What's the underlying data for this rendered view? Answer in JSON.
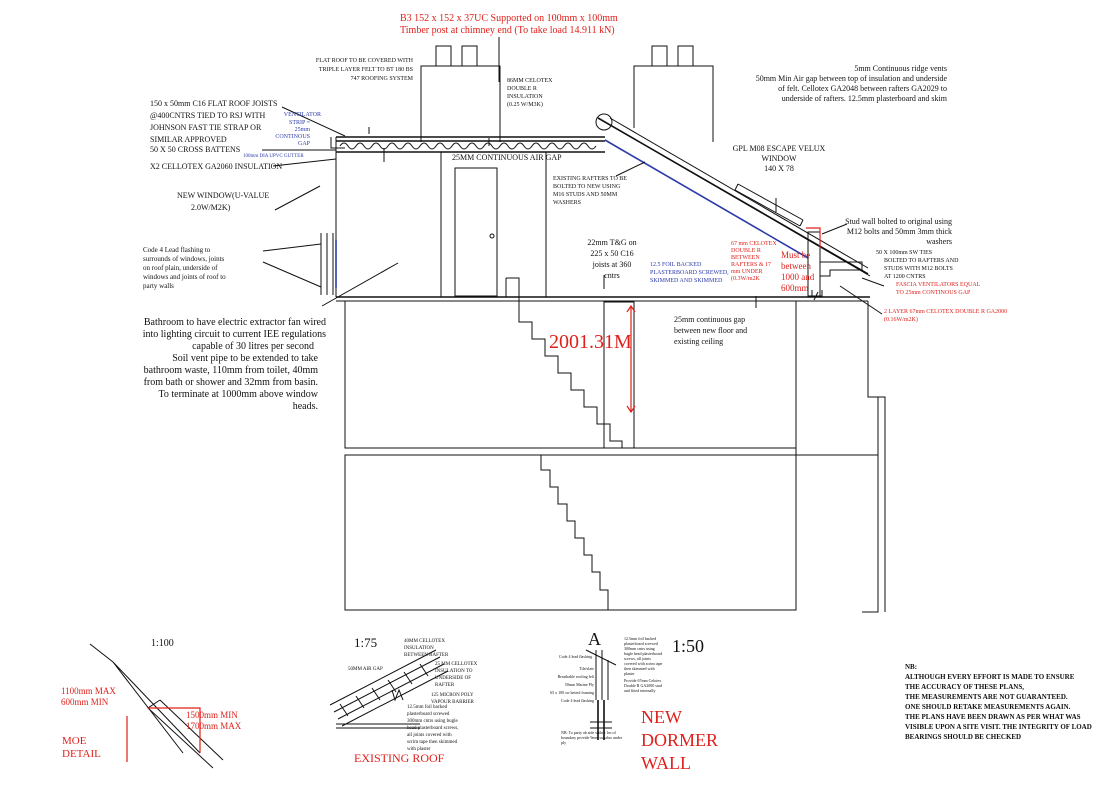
{
  "beam_note": [
    "B3 152 x 152 x 37UC Supported on 100mm x 100mm",
    "Timber post at chimney end (To take load 14.911 kN)"
  ],
  "flat_roof_note": [
    "FLAT ROOF TO BE COVERED WITH",
    "TRIPLE LAYER FELT TO BT 180 BS",
    "747 ROOFING SYSTEM"
  ],
  "joists_note": [
    "150 x 50mm C16 FLAT ROOF JOISTS",
    "@400CNTRS TIED TO RSJ WITH",
    "JOHNSON FAST TIE STRAP OR",
    "SIMILAR APPROVED"
  ],
  "ventilator_note": [
    "VENTILATOR",
    "STRIP =",
    "25mm",
    "CONTINOUS",
    "GAP"
  ],
  "battens_note": "50 X 50 CROSS BATTENS",
  "gutter_note": "100mm DIA UPVC GUTTER",
  "cellotex_note": "X2 CELLOTEX GA2060 INSULATION",
  "celotex86_note": [
    "86MM CELOTEX",
    "DOUBLE R",
    "INSULATION",
    "(0.25 W/M3K)"
  ],
  "air_gap_note": "25MM CONTINUOUS AIR GAP",
  "ridge_note": [
    "5mm Continuous ridge vents",
    "50mm Min Air gap between top of insulation and underside",
    "of felt. Cellotex GA2048 between rafters GA2029 to",
    "underside of rafters. 12.5mm plasterboard and skim"
  ],
  "velux_note": [
    "GPL M08 ESCAPE VELUX",
    "WINDOW",
    "140 X 78"
  ],
  "rafters_note": [
    "EXISTING RAFTERS TO BE",
    "BOLTED TO NEW USING",
    "M16 STUDS AND 50MM",
    "WASHERS"
  ],
  "window_note": [
    "NEW WINDOW(U-VALUE",
    "2.0W/M2K)"
  ],
  "stud_note": [
    "Stud wall bolted to original using",
    "M12 bolts and 50mm 3mm thick",
    "washers"
  ],
  "lead_note": [
    "Code 4 Lead flashing to",
    "surrounds of windows, joints",
    "on roof plain, underside of",
    "windows and joints of roof to",
    "party walls"
  ],
  "floor_note": [
    "22mm T&G on",
    "225 x 50 C16",
    "joists at 360",
    "cntrs"
  ],
  "foil_note": [
    "12.5 FOIL BACKED",
    "PLASTERBOARD SCREWED,",
    "SKIMMED AND SKIMMED"
  ],
  "celotex67_note": [
    "67 mm CELOTEX",
    "DOUBLE R",
    "BETWEEN",
    "RAFTERS & 17",
    "mm UNDER",
    "(0.3W/m2K"
  ],
  "headroom_note": [
    "Must be",
    "between",
    "1000 and",
    "600mm"
  ],
  "sw_ties_note": [
    "50 X 100mm SW TIES",
    "BOLTED TO RAFTERS AND",
    "STUDS WITH M12 BOLTS",
    "AT 1200 CNTRS"
  ],
  "fascia_note": [
    "FASCIA VENTILATORS EQUAL",
    "TO 25mm CONTINOUS GAP"
  ],
  "layer2_note": [
    "2 LAYER 67mm CELOTEX DOUBLE R GA2000",
    "(0.16W/m2K)"
  ],
  "bathroom_note": [
    "Bathroom to have electric extractor fan wired",
    "into lighting circuit to current IEE regulations",
    "capable of 30 litres per second",
    "Soil vent pipe to be extended to take",
    "bathroom waste, 110mm from toilet, 40mm",
    "from bath or shower and 32mm from basin.",
    "To terminate at 1000mm above window",
    "heads."
  ],
  "headroom_dim": "2001.31M",
  "gap_note": [
    "25mm continuous gap",
    "between new floor and",
    "existing ceiling"
  ],
  "moe": {
    "scale": "1:100",
    "max": [
      "1100mm MAX",
      "600mm MIN"
    ],
    "min": [
      "1500mm MIN",
      "1700mm MAX"
    ],
    "title": [
      "MOE",
      "DETAIL"
    ]
  },
  "roof_detail": {
    "scale": "1:75",
    "label_40": [
      "40MM CELLOTEX",
      "INSULATION",
      "BETWEEN RAFTER"
    ],
    "label_airgap": "50MM AIR GAP",
    "label_25": [
      "25 MM CELLOTEX",
      "INSULATION TO",
      "UNDERSIDE OF",
      "RAFTER"
    ],
    "label_vapour": [
      "125 MICRON POLY",
      "VAPOUR BARRIER"
    ],
    "label_plaster": [
      "12.5mm foil backed",
      "plasterboard screwed",
      "300mm cntrs using bugle",
      "head plasterboard screws,",
      "all joints covered with",
      "scrim tape then skimmed",
      "with plaster"
    ],
    "title": "EXISTING ROOF"
  },
  "dormer": {
    "letter": "A",
    "scale": "1:50",
    "left_labels": [
      "Code 4 lead flashing",
      "Tile/slate",
      "Breathable roofing felt",
      "50mm Marine Ply",
      "65 x 100 sw hetted framing",
      "Code 4 lead flashing"
    ],
    "right_labels": [
      "12.5mm foil backed",
      "plasterboard screwed",
      "300mm cntrs using",
      "bugle head plasterboard",
      "screws, all joints",
      "covered with scrim tape",
      "then skimmed with",
      "plaster",
      "Provide 67mm Celotex",
      "Double R GA2000 stud",
      "and fitted internally"
    ],
    "nb": [
      "NB: To party ab side within 1m of",
      "boundary provide 9mm supalux under",
      "ply"
    ],
    "title": [
      "NEW",
      "DORMER",
      "WALL"
    ]
  },
  "disclaimer": [
    "NB:",
    "ALTHOUGH EVERY EFFORT IS MADE TO ENSURE",
    "THE ACCURACY OF THESE PLANS,",
    "THE MEASUREMENTS ARE NOT GUARANTEED.",
    "ONE SHOULD RETAKE MEASUREMENTS AGAIN.",
    "THE PLANS HAVE BEEN DRAWN AS PER WHAT WAS",
    "VISIBLE UPON A SITE VISIT. THE INTEGRITY OF LOAD",
    "BEARINGS SHOULD BE CHECKED"
  ]
}
